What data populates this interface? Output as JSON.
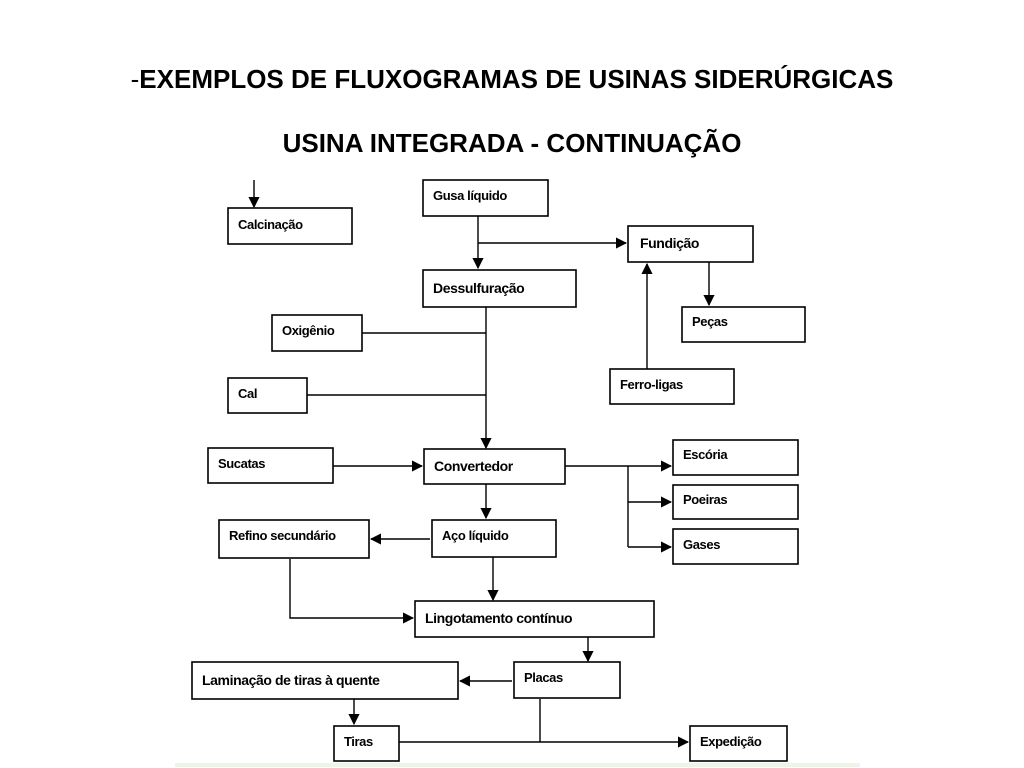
{
  "title": {
    "line1_dash": "-",
    "line1": "EXEMPLOS DE FLUXOGRAMAS DE USINAS SIDERÚRGICAS",
    "line2": "USINA INTEGRADA - CONTINUAÇÃO"
  },
  "nodes": {
    "calcinacao": "Calcinação",
    "gusa_liquido": "Gusa líquido",
    "fundicao": "Fundição",
    "dessulfuracao": "Dessulfuração",
    "pecas": "Peças",
    "oxigenio": "Oxigênio",
    "ferro_ligas": "Ferro-ligas",
    "cal": "Cal",
    "sucatas": "Sucatas",
    "convertedor": "Convertedor",
    "escoria": "Escória",
    "poeiras": "Poeiras",
    "gases": "Gases",
    "refino_secundario": "Refino secundário",
    "aco_liquido": "Aço líquido",
    "lingotamento_continuo": "Lingotamento contínuo",
    "laminacao": "Laminação de tiras à quente",
    "placas": "Placas",
    "tiras": "Tiras",
    "expedicao": "Expedição"
  },
  "colors": {
    "line": "#000000",
    "background": "#ffffff"
  }
}
